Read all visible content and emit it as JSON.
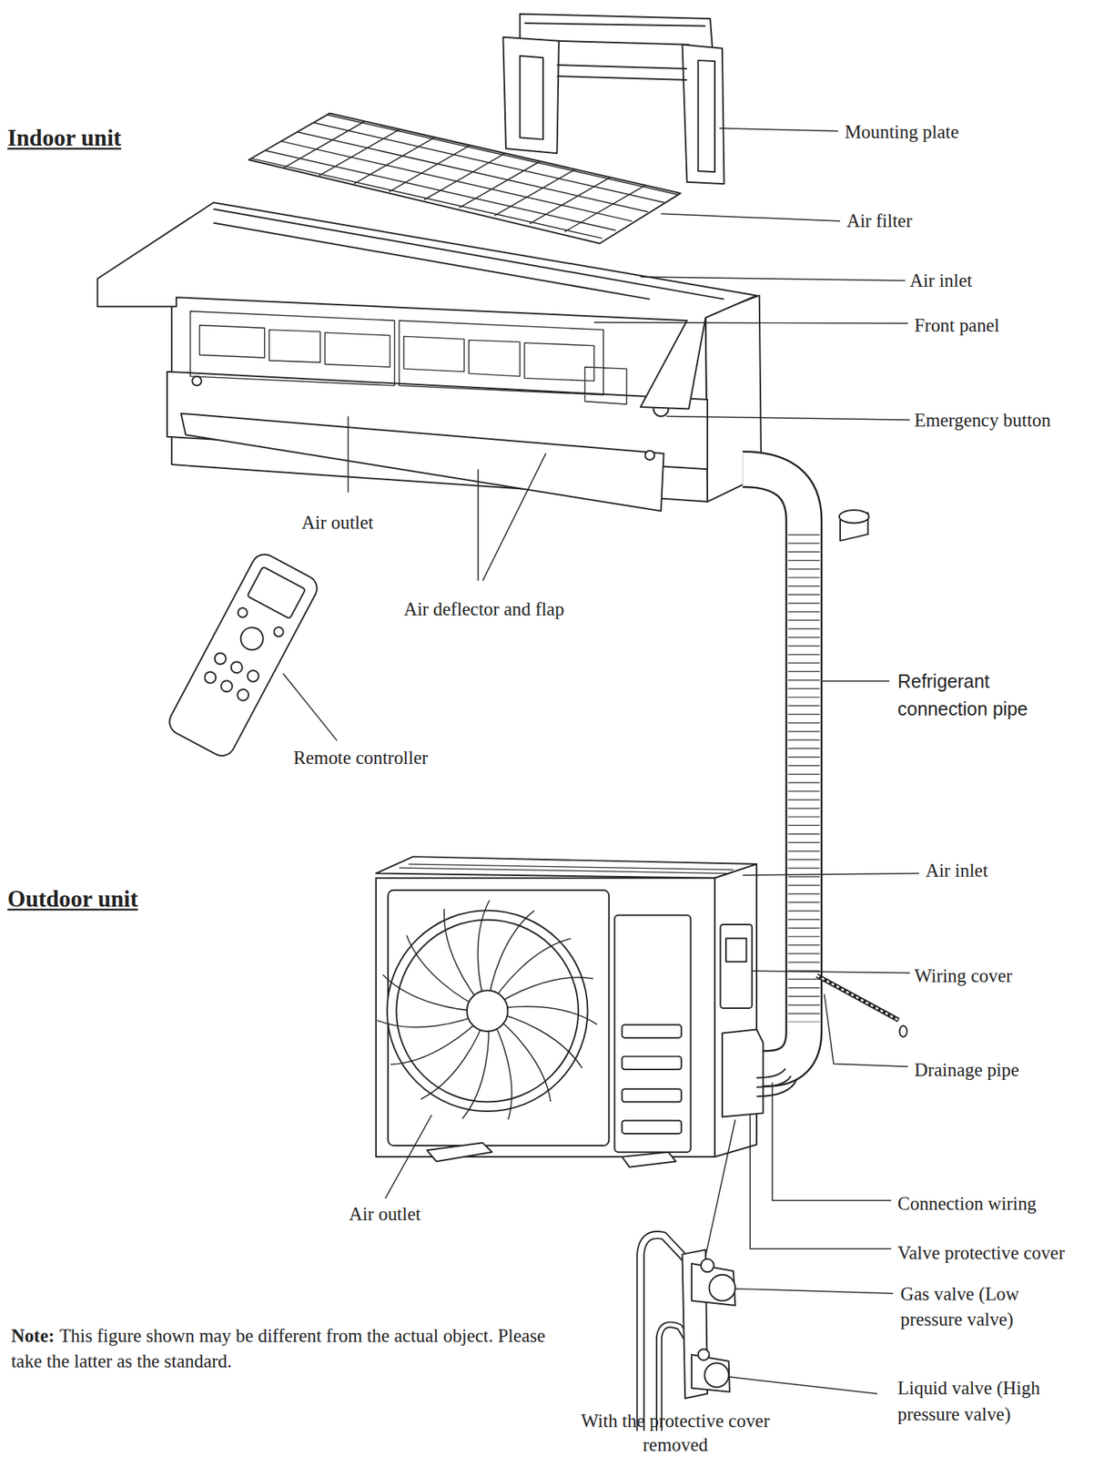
{
  "diagram": {
    "labels": [
      "Indoor unit",
      "Mounting plate",
      "Air filter",
      "Air inlet",
      "Front panel",
      "Emergency button",
      "Air outlet",
      "Air deflector and flap",
      "Remote controller",
      "Refrigerant connection pipe",
      "Outdoor unit",
      "Air inlet",
      "Wiring cover",
      "Drainage pipe",
      "Air outlet",
      "Connection wiring",
      "Valve protective cover",
      "Gas valve (Low pressure valve)",
      "Note:",
      "This figure shown may be different from the actual object. Please take the latter as the standard.",
      "Liquid valve (High pressure valve)",
      "With the protective cover removed"
    ]
  }
}
